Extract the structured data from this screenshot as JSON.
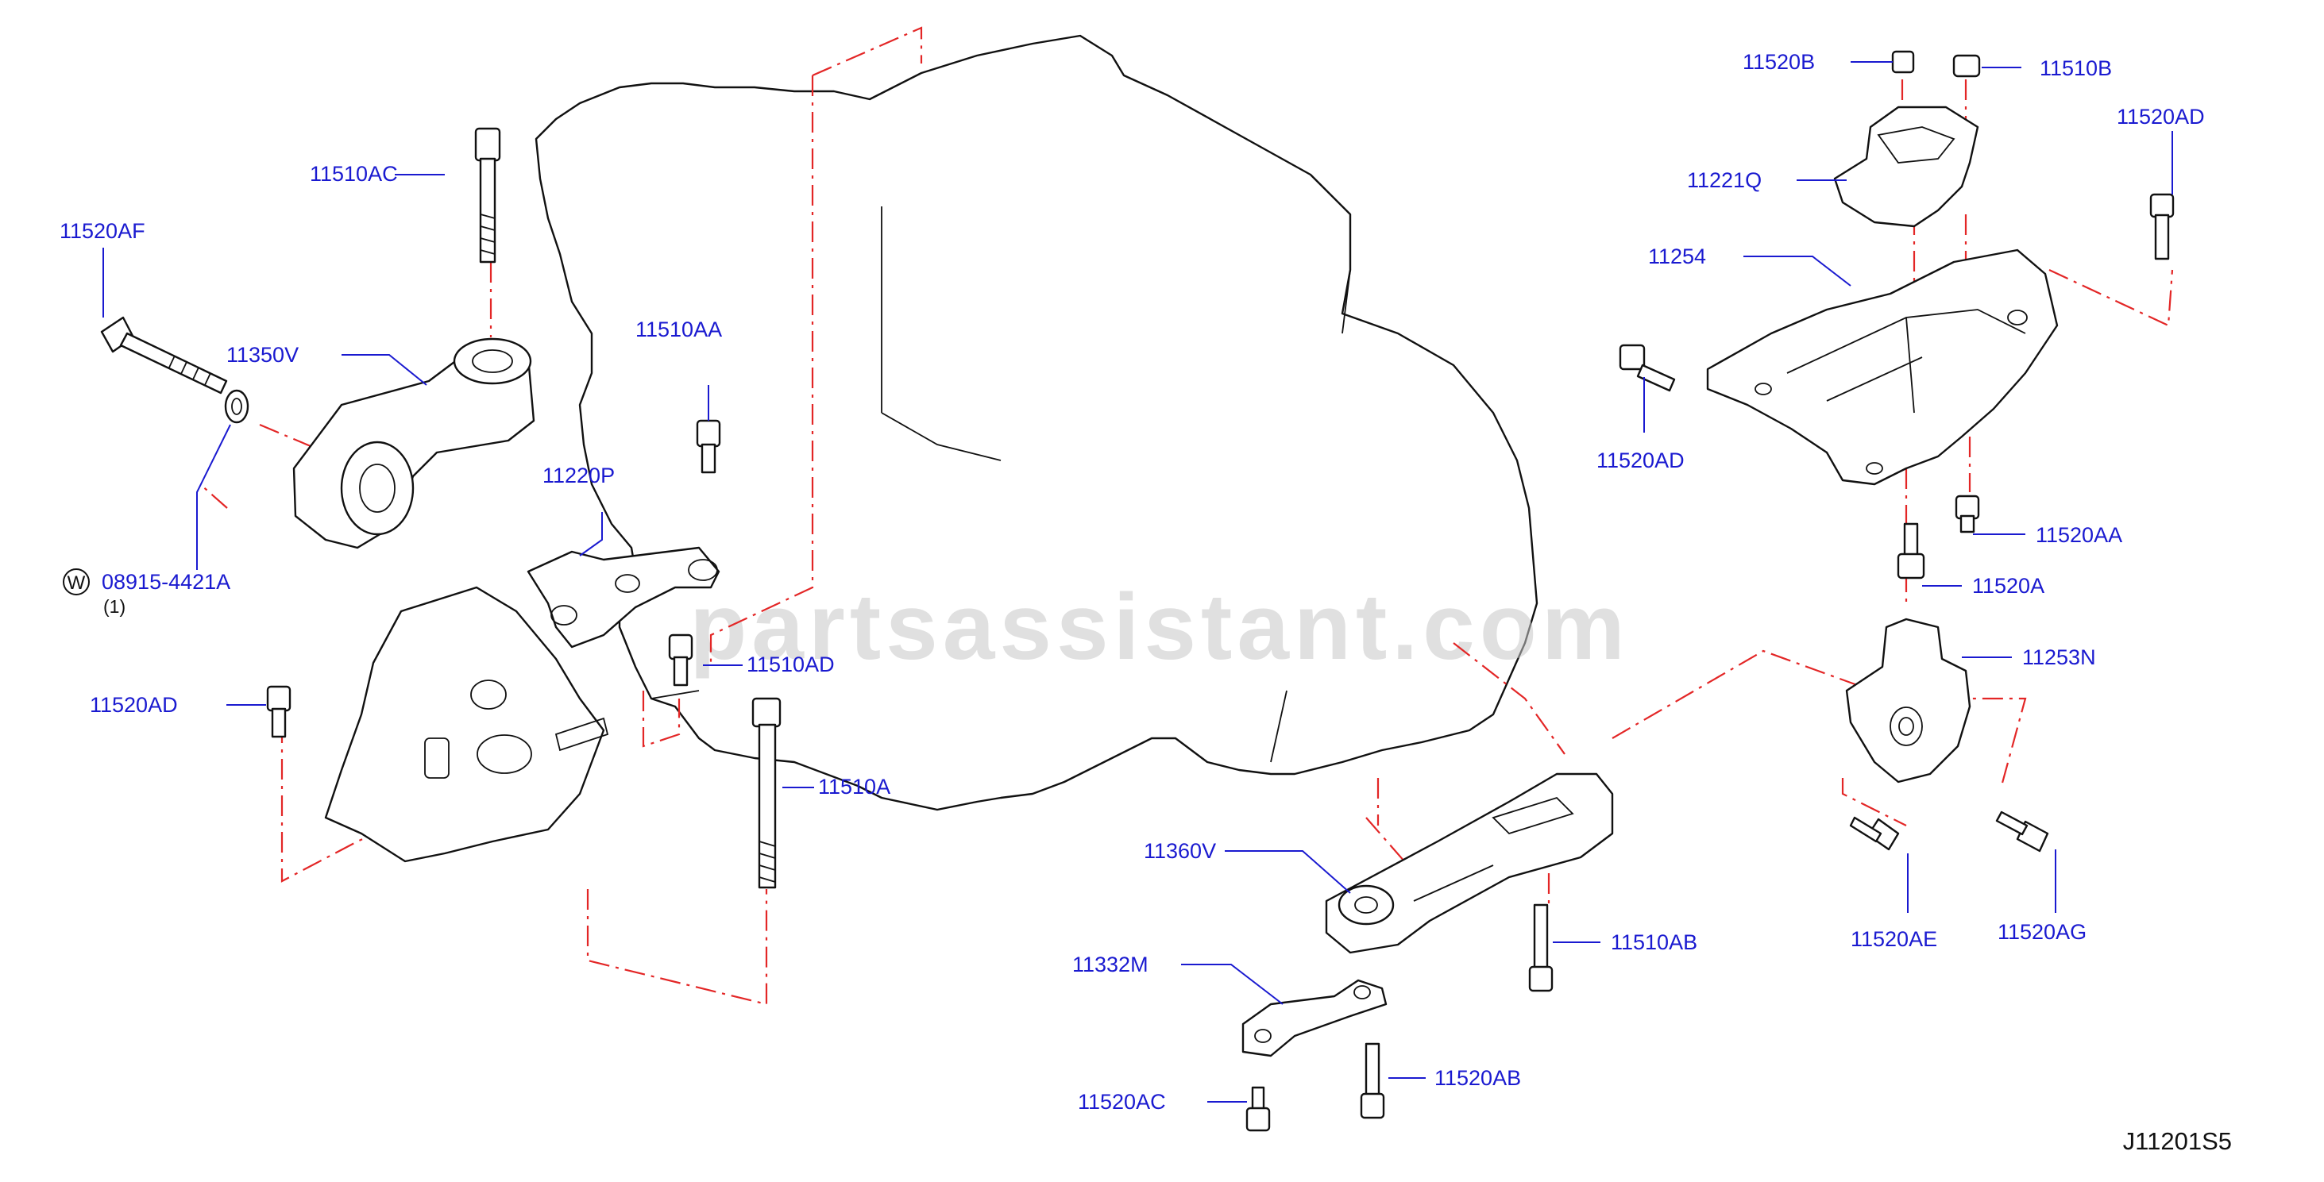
{
  "watermark": "partsassistant.com",
  "diagram_code": "J11201S5",
  "washer_symbol": "W",
  "labels": {
    "p11510AC": "11510AC",
    "p11520AF": "11520AF",
    "p11350V": "11350V",
    "p08915": "08915-4421A",
    "p08915_qty": "(1)",
    "p11510AA": "11510AA",
    "p11220P": "11220P",
    "p11510AD": "11510AD",
    "p11520AD_left": "11520AD",
    "p11510A": "11510A",
    "p11520B": "11520B",
    "p11510B": "11510B",
    "p11520AD_top": "11520AD",
    "p11221Q": "11221Q",
    "p11254": "11254",
    "p11520AD_right": "11520AD",
    "p11520AA": "11520AA",
    "p11520A": "11520A",
    "p11253N": "11253N",
    "p11520AE": "11520AE",
    "p11520AG": "11520AG",
    "p11360V": "11360V",
    "p11510AB": "11510AB",
    "p11332M": "11332M",
    "p11520AC": "11520AC",
    "p11520AB": "11520AB"
  }
}
